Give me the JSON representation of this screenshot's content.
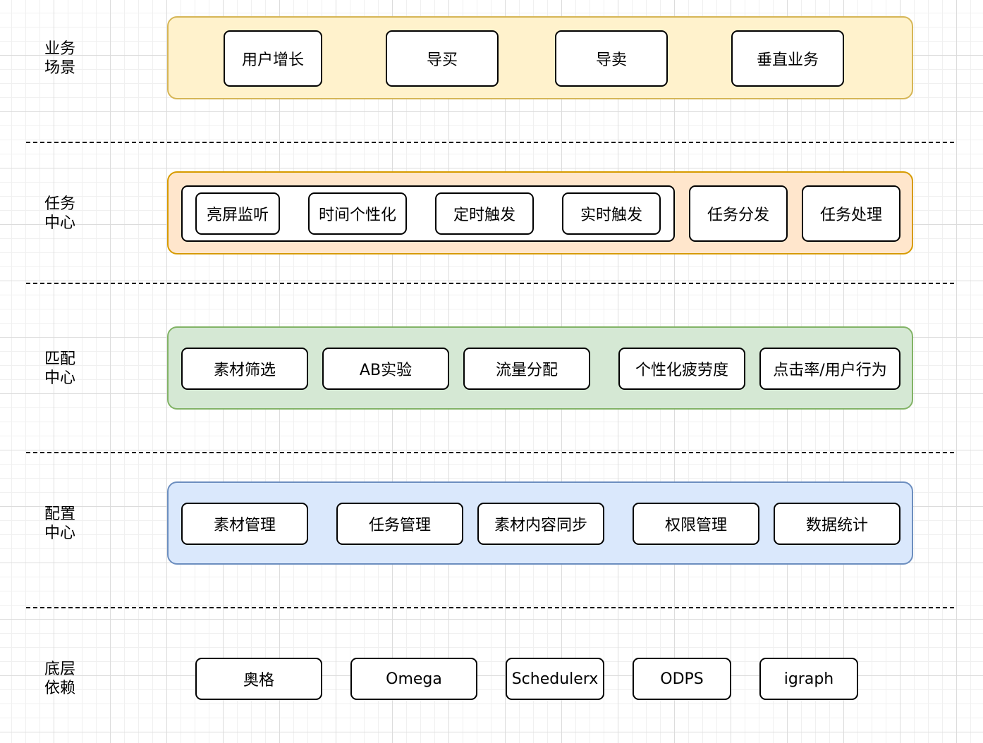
{
  "layers": [
    {
      "label": [
        "业务",
        "场景"
      ],
      "boxes": [
        "用户增长",
        "导买",
        "导卖",
        "垂直业务"
      ]
    },
    {
      "label": [
        "任务",
        "中心"
      ],
      "group_boxes": [
        "亮屏监听",
        "时间个性化",
        "定时触发",
        "实时触发"
      ],
      "boxes": [
        "任务分发",
        "任务处理"
      ]
    },
    {
      "label": [
        "匹配",
        "中心"
      ],
      "boxes": [
        "素材筛选",
        "AB实验",
        "流量分配",
        "个性化疲劳度",
        "点击率/用户行为"
      ]
    },
    {
      "label": [
        "配置",
        "中心"
      ],
      "boxes": [
        "素材管理",
        "任务管理",
        "素材内容同步",
        "权限管理",
        "数据统计"
      ]
    },
    {
      "label": [
        "底层",
        "依赖"
      ],
      "boxes": [
        "奥格",
        "Omega",
        "Schedulerx",
        "ODPS",
        "igraph"
      ]
    }
  ],
  "colors": {
    "business_fill": "#fff2cc",
    "business_border": "#d6b656",
    "task_fill": "#ffe6cc",
    "task_border": "#d79b00",
    "match_fill": "#d5e8d4",
    "match_border": "#82b366",
    "config_fill": "#dae8fc",
    "config_border": "#6c8ebf"
  }
}
